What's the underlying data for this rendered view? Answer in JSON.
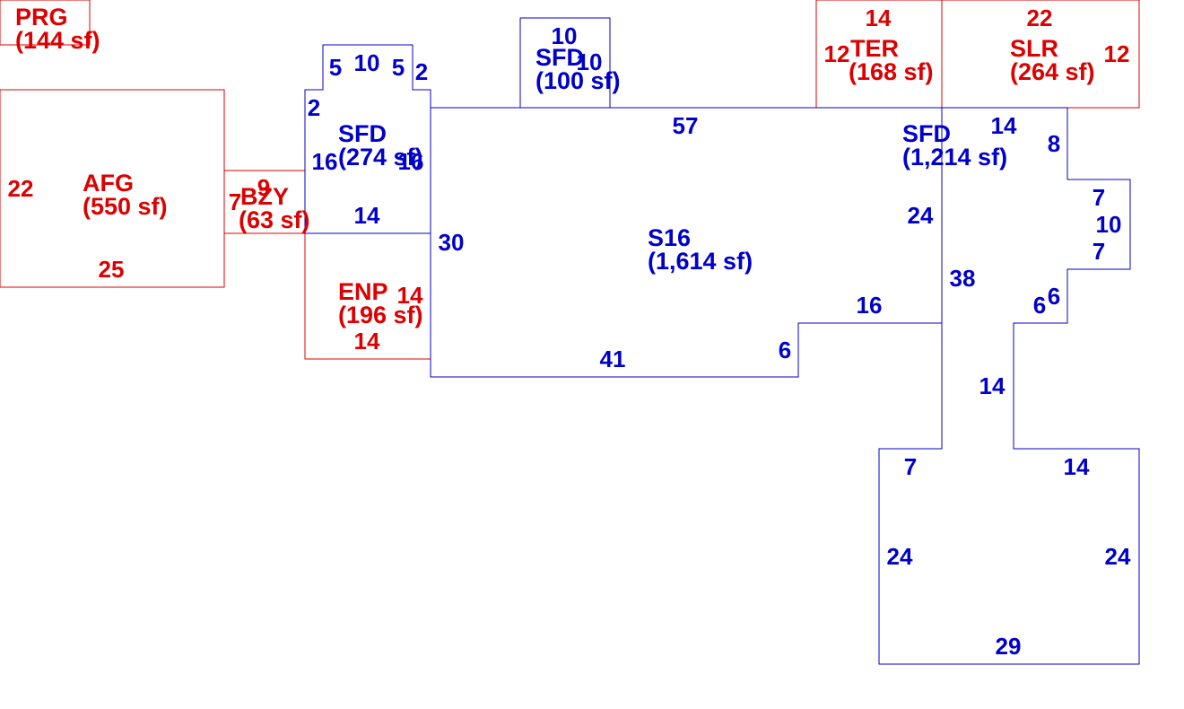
{
  "colors": {
    "blue": "#0000cc",
    "red": "#dd0000",
    "background": "#ffffff"
  },
  "areas": {
    "prg": {
      "code": "PRG",
      "area": "(144 sf)"
    },
    "afg": {
      "code": "AFG",
      "area": "(550 sf)"
    },
    "bzy": {
      "code": "BZY",
      "area": "(63 sf)"
    },
    "enp": {
      "code": "ENP",
      "area": "(196 sf)"
    },
    "ter": {
      "code": "TER",
      "area": "(168 sf)"
    },
    "slr": {
      "code": "SLR",
      "area": "(264 sf)"
    },
    "sfd_small": {
      "code": "SFD",
      "area": "(100 sf)"
    },
    "sfd_left": {
      "code": "SFD",
      "area": "(274 sf)"
    },
    "sfd_right": {
      "code": "SFD",
      "area": "(1,214 sf)"
    },
    "s16": {
      "code": "S16",
      "area": "(1,614 sf)"
    }
  },
  "dimensions": {
    "afg_left": "22",
    "afg_bottom": "25",
    "bzy_top": "9",
    "bzy_left": "7",
    "sfdl_step_left": "5",
    "sfdl_top": "10",
    "sfdl_step_right": "5",
    "sfdl_riser_right": "2",
    "sfdl_riser_left": "2",
    "sfdl_left": "16",
    "sfdl_right": "16",
    "sfdl_bottom": "14",
    "enp_right": "14",
    "enp_bottom": "14",
    "sfds_top": "10",
    "sfds_right": "10",
    "s16_top": "57",
    "s16_left": "30",
    "s16_bottom": "41",
    "s16_step_v": "6",
    "s16_step_h": "16",
    "s16_right": "24",
    "ter_top": "14",
    "ter_left": "12",
    "slr_top": "22",
    "slr_right": "12",
    "sfdr_top": "14",
    "sfdr_r1": "8",
    "sfdr_r2": "7",
    "sfdr_r3": "10",
    "sfdr_r4": "7",
    "sfdr_r5": "6",
    "sfdr_r6": "6",
    "sfdr_left": "38",
    "sfdr_stem": "14",
    "sfdr_notch_l": "7",
    "sfdr_notch_r": "14",
    "sfdr_bot_left": "24",
    "sfdr_bot_right": "24",
    "sfdr_bottom": "29"
  }
}
